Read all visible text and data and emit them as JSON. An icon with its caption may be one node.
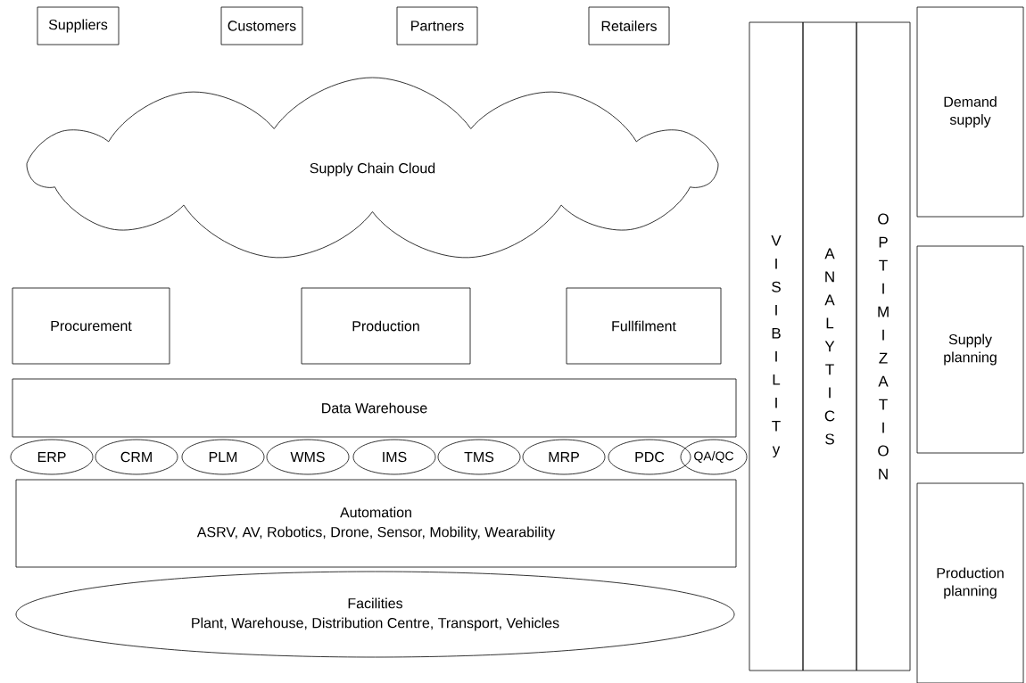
{
  "diagram": {
    "nodes": [
      {
        "text": [
          "Suppliers"
        ]
      },
      {
        "text": [
          "Customers"
        ]
      },
      {
        "text": [
          "Partners"
        ]
      },
      {
        "text": [
          "Retailers"
        ]
      },
      {
        "text": [
          "Supply Chain Cloud"
        ]
      },
      {
        "text": [
          "Procurement"
        ]
      },
      {
        "text": [
          "Production"
        ]
      },
      {
        "text": [
          "Fullfilment"
        ]
      },
      {
        "text": [
          "Data Warehouse"
        ]
      },
      {
        "text": [
          "ERP"
        ]
      },
      {
        "text": [
          "CRM"
        ]
      },
      {
        "text": [
          "PLM"
        ]
      },
      {
        "text": [
          "WMS"
        ]
      },
      {
        "text": [
          "IMS"
        ]
      },
      {
        "text": [
          "TMS"
        ]
      },
      {
        "text": [
          "MRP"
        ]
      },
      {
        "text": [
          "PDC"
        ]
      },
      {
        "text": [
          "QA/QC"
        ]
      },
      {
        "text": [
          "Automation",
          "ASRV, AV, Robotics, Drone, Sensor, Mobility, Wearability"
        ]
      },
      {
        "text": [
          "Facilities",
          "Plant, Warehouse, Distribution Centre, Transport, Vehicles"
        ]
      },
      {
        "text": [
          "V I S I B I L I T y"
        ]
      },
      {
        "text": [
          "A N A L Y T I C S"
        ]
      },
      {
        "text": [
          "O P T I M I Z A T I O N"
        ]
      },
      {
        "text": [
          "Demand supply"
        ]
      },
      {
        "text": [
          "Supply planning"
        ]
      },
      {
        "text": [
          "Production planning"
        ]
      }
    ]
  }
}
